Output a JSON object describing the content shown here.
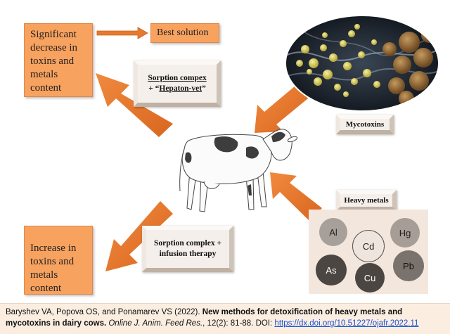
{
  "boxes": {
    "significant_decrease": "Significant decrease in toxins and metals content",
    "best_solution": "Best solution",
    "increase": "Increase in toxins and metals content"
  },
  "labels": {
    "sorption_hepaton_line1": "Sorption compex",
    "sorption_hepaton_line2_prefix": "+ “",
    "sorption_hepaton_line2_link": "Hepaton-vet",
    "sorption_hepaton_line2_suffix": "”",
    "sorption_infusion_line1": "Sorption complex +",
    "sorption_infusion_line2": "infusion therapy",
    "mycotoxins": "Mycotoxins",
    "heavy_metals": "Heavy metals"
  },
  "metals": [
    "Al",
    "Cd",
    "Hg",
    "As",
    "Cu",
    "Pb"
  ],
  "caption": {
    "authors": "Baryshev VA, Popova OS, and Ponamarev VS (2022). ",
    "title": "New methods for detoxification of heavy metals and mycotoxins in dairy cows.",
    "journal": " Online J. Anim. Feed Res.",
    "volume": ", 12(2): 81-88. DOI: ",
    "doi": "https://dx.doi.org/10.51227/ojafr.2022.11"
  },
  "colors": {
    "orange_box": "#f8a25f",
    "arrow": "#ea7a2c",
    "metal_dark": "#4b4642",
    "metal_mid": "#a59d96",
    "metal_light": "#d3ccc6"
  }
}
